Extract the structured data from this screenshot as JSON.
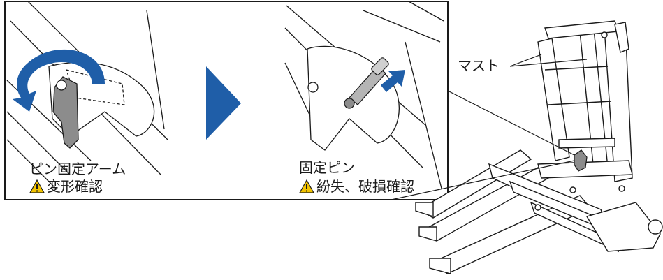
{
  "panel_left": {
    "label": "ピン固定アーム",
    "warning": "変形確認"
  },
  "panel_right": {
    "label": "固定ピン",
    "warning": "紛失、破損確認"
  },
  "callout": {
    "label": "マスト"
  },
  "colors": {
    "accent_blue": "#1f5ea8",
    "warning_yellow": "#f3c400",
    "part_gray": "#8c8c8c",
    "line": "#1a1a1a"
  }
}
